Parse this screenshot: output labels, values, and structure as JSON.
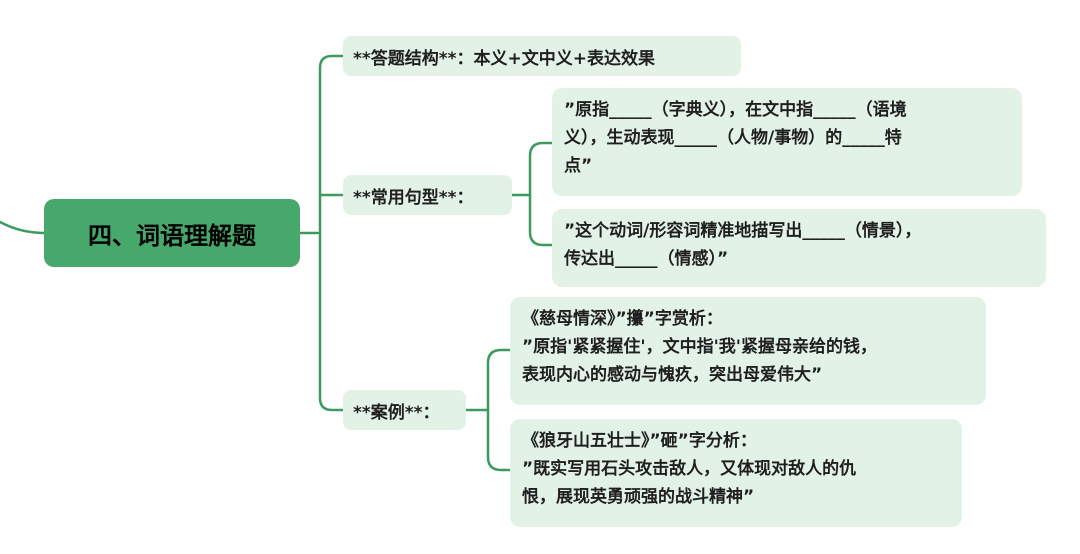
{
  "root": {
    "label": "四、词语理解题"
  },
  "branches": [
    {
      "label": "**答题结构**：本义+文中义+表达效果"
    },
    {
      "label": "**常用句型**：",
      "children": [
        {
          "lines": [
            "”原指_____（字典义），在文中指_____（语境",
            "义），生动表现_____（人物/事物）的_____特",
            "点”"
          ]
        },
        {
          "lines": [
            "”这个动词/形容词精准地描写出_____（情景），",
            "传达出_____（情感）”"
          ]
        }
      ]
    },
    {
      "label": "**案例**：",
      "children": [
        {
          "lines": [
            "《慈母情深》”攥”字赏析：",
            "”原指'紧紧握住'，文中指'我'紧握母亲给的钱，",
            "表现内心的感动与愧疚，突出母爱伟大”"
          ]
        },
        {
          "lines": [
            "《狼牙山五壮士》”砸”字分析：",
            "”既实写用石头攻击敌人，又体现对敌人的仇",
            "恨，展现英勇顽强的战斗精神”"
          ]
        }
      ]
    }
  ],
  "colors": {
    "root_fill": "#46a86b",
    "node_fill": "#e3f2e6",
    "connector": "#3c9a5f",
    "text": "#1f1f1f"
  }
}
